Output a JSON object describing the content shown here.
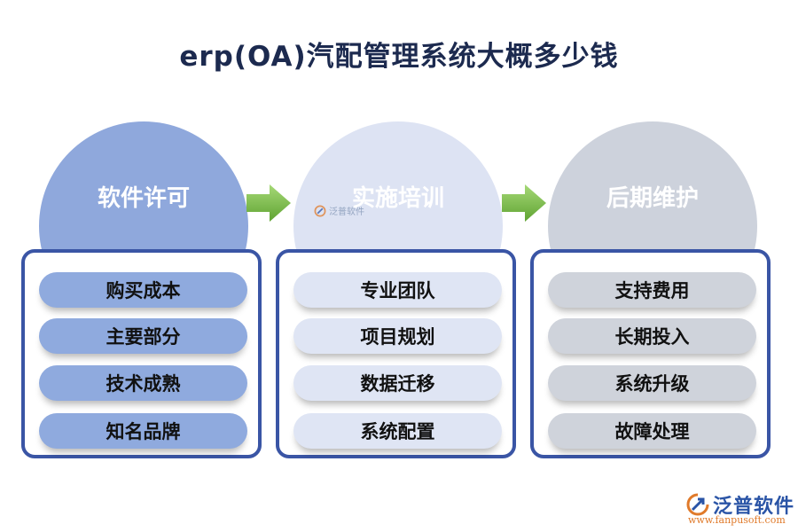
{
  "title": "erp(OA)汽配管理系统大概多少钱",
  "colors": {
    "title": "#1c2a4f",
    "box_border": "#3a55a5",
    "arrow_green": "#7ec04a",
    "logo_blue": "#2a54a6",
    "logo_orange": "#e07a2a"
  },
  "stages": [
    {
      "label": "软件许可",
      "circle_color": "#8fa8dc",
      "pill_color": "#8faade",
      "items": [
        "购买成本",
        "主要部分",
        "技术成熟",
        "知名品牌"
      ]
    },
    {
      "label": "实施培训",
      "circle_color": "#dde3f3",
      "pill_color": "#dfe5f4",
      "items": [
        "专业团队",
        "项目规划",
        "数据迁移",
        "系统配置"
      ]
    },
    {
      "label": "后期维护",
      "circle_color": "#cdd2dc",
      "pill_color": "#cfd3db",
      "items": [
        "支持费用",
        "长期投入",
        "系统升级",
        "故障处理"
      ]
    }
  ],
  "arrows": [
    "arrow-right-icon",
    "arrow-right-icon"
  ],
  "watermark": {
    "text": "泛普软件",
    "icon": "fanpu-logo-icon"
  },
  "logo": {
    "name": "泛普软件",
    "url": "www.fanpusoft.com",
    "icon": "fanpu-logo-icon"
  }
}
